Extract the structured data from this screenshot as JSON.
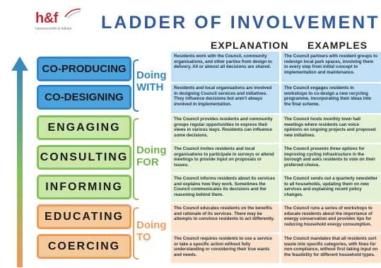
{
  "header": {
    "logo_mark": "h&f",
    "logo_sub": "hammersmith & fulham",
    "title": "LADDER OF INVOLVEMENT",
    "col_explanation": "EXPLANATION",
    "col_examples": "EXAMPLES"
  },
  "colors": {
    "blue": "#4aa3dd",
    "green": "#c9e7a6",
    "orange": "#f6c99a",
    "title": "#2c5aa0",
    "logo": "#c4262e"
  },
  "groups": [
    {
      "label_line1": "Doing",
      "label_line2": "WITH"
    },
    {
      "label_line1": "Doing",
      "label_line2": "FOR"
    },
    {
      "label_line1": "Doing",
      "label_line2": "TO"
    }
  ],
  "rows": [
    {
      "rung": "CO-PRODUCING",
      "explanation": "Residents work with the Council, community organisations, and other parties from design to delivery. All or almost all decisions are shared.",
      "example": "The Council partners with resident groups to redesign local park spaces, involving them in every step from initial concept to implementation and maintenance."
    },
    {
      "rung": "CO-DESIGNING",
      "explanation": "Residents and local organisations are involved in designing Council services and initiatives. They influence decisions but aren't always involved in implementation.",
      "example": "The Council engages residents in workshops to co-design a new recycling programme, incorporating their ideas into the final scheme."
    },
    {
      "rung": "ENGAGING",
      "explanation": "The Council provides residents and community groups regular opportunities to express their views in various ways. Residents can influence some decisions.",
      "example": "The Council hosts monthly town hall meetings where residents can voice opinions on ongoing projects and proposed new initiatives."
    },
    {
      "rung": "CONSULTING",
      "explanation": "The Council invites residents and local organisations to participate in surveys or attend meetings to provide input on proposals or issues.",
      "example": "The Council presents three options for improving cycling infrastructure in the borough and asks residents to vote on their preferred choice."
    },
    {
      "rung": "INFORMING",
      "explanation": "The Council informs residents about its services and explains how they work. Sometimes the Council communicates its decisions and the reasoning behind them.",
      "example": "The Council sends out a quarterly newsletter to all households, updating them on new services and explaining recent policy changes."
    },
    {
      "rung": "EDUCATING",
      "explanation": "The Council educates residents on the benefits and rationale of its services. There may be attempts to convince residents to act differently.",
      "example": "The Council runs a series of workshops to educate residents about the importance of energy conservation and provides tips for reducing household energy consumption."
    },
    {
      "rung": "COERCING",
      "explanation": "The Council requires residents to use a service or take a specific action without fully understanding or considering their true wants and needs.",
      "example": "The Council mandates that all residents sort waste into specific categories, with fines for non-compliance, without first taking input on the feasibility for different household types."
    }
  ]
}
